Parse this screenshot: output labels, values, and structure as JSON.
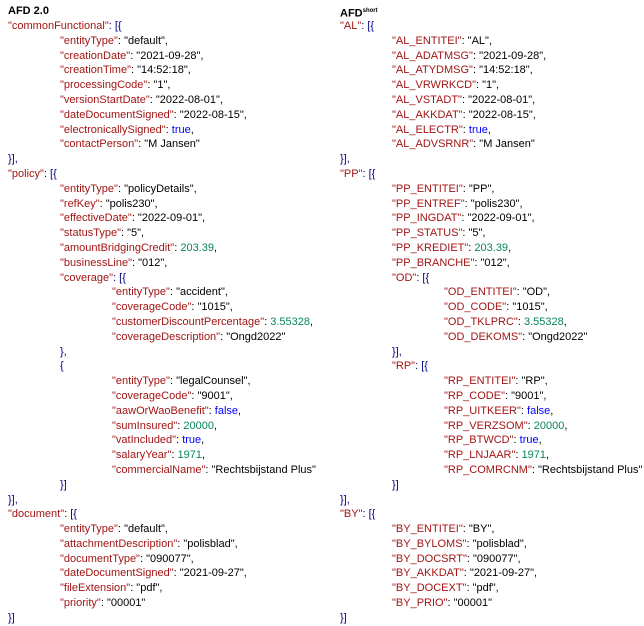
{
  "colors": {
    "key": "#a31515",
    "punct": "#000080",
    "number": "#098658",
    "bool": "#0000ff"
  },
  "left": {
    "title": "AFD 2.0",
    "lines": [
      {
        "indent": 0,
        "parts": [
          {
            "t": "k",
            "v": "\"commonFunctional\""
          },
          {
            "t": "p",
            "v": ": [{"
          }
        ]
      },
      {
        "indent": 1,
        "parts": [
          {
            "t": "k",
            "v": "\"entityType\""
          },
          {
            "t": "s",
            "v": ": \"default\","
          }
        ]
      },
      {
        "indent": 1,
        "parts": [
          {
            "t": "k",
            "v": "\"creationDate\""
          },
          {
            "t": "s",
            "v": ": \"2021-09-28\","
          }
        ]
      },
      {
        "indent": 1,
        "parts": [
          {
            "t": "k",
            "v": "\"creationTime\""
          },
          {
            "t": "s",
            "v": ": \"14:52:18\","
          }
        ]
      },
      {
        "indent": 1,
        "parts": [
          {
            "t": "k",
            "v": "\"processingCode\""
          },
          {
            "t": "s",
            "v": ": \"1\","
          }
        ]
      },
      {
        "indent": 1,
        "parts": [
          {
            "t": "k",
            "v": "\"versionStartDate\""
          },
          {
            "t": "s",
            "v": ": \"2022-08-01\","
          }
        ]
      },
      {
        "indent": 1,
        "parts": [
          {
            "t": "k",
            "v": "\"dateDocumentSigned\""
          },
          {
            "t": "s",
            "v": ": \"2022-08-15\","
          }
        ]
      },
      {
        "indent": 1,
        "parts": [
          {
            "t": "k",
            "v": "\"electronicallySigned\""
          },
          {
            "t": "s",
            "v": ": "
          },
          {
            "t": "b",
            "v": "true"
          },
          {
            "t": "s",
            "v": ","
          }
        ]
      },
      {
        "indent": 1,
        "parts": [
          {
            "t": "k",
            "v": "\"contactPerson\""
          },
          {
            "t": "s",
            "v": ": \"M Jansen\""
          }
        ]
      },
      {
        "indent": 0,
        "parts": [
          {
            "t": "p",
            "v": "}],"
          }
        ]
      },
      {
        "indent": 0,
        "parts": [
          {
            "t": "k",
            "v": "\"policy\""
          },
          {
            "t": "p",
            "v": ": [{"
          }
        ]
      },
      {
        "indent": 1,
        "parts": [
          {
            "t": "k",
            "v": "\"entityType\""
          },
          {
            "t": "s",
            "v": ": \"policyDetails\","
          }
        ]
      },
      {
        "indent": 1,
        "parts": [
          {
            "t": "k",
            "v": "\"refKey\""
          },
          {
            "t": "s",
            "v": ": \"polis230\","
          }
        ]
      },
      {
        "indent": 1,
        "parts": [
          {
            "t": "k",
            "v": "\"effectiveDate\""
          },
          {
            "t": "s",
            "v": ": \"2022-09-01\","
          }
        ]
      },
      {
        "indent": 1,
        "parts": [
          {
            "t": "k",
            "v": "\"statusType\""
          },
          {
            "t": "s",
            "v": ": \"5\","
          }
        ]
      },
      {
        "indent": 1,
        "parts": [
          {
            "t": "k",
            "v": "\"amountBridgingCredit\""
          },
          {
            "t": "s",
            "v": ": "
          },
          {
            "t": "n",
            "v": "203.39"
          },
          {
            "t": "s",
            "v": ","
          }
        ]
      },
      {
        "indent": 1,
        "parts": [
          {
            "t": "k",
            "v": "\"businessLine\""
          },
          {
            "t": "s",
            "v": ": \"012\","
          }
        ]
      },
      {
        "indent": 1,
        "parts": [
          {
            "t": "k",
            "v": "\"coverage\""
          },
          {
            "t": "p",
            "v": ": [{"
          }
        ]
      },
      {
        "indent": 2,
        "parts": [
          {
            "t": "k",
            "v": "\"entityType\""
          },
          {
            "t": "s",
            "v": ": \"accident\","
          }
        ]
      },
      {
        "indent": 2,
        "parts": [
          {
            "t": "k",
            "v": "\"coverageCode\""
          },
          {
            "t": "s",
            "v": ": \"1015\","
          }
        ]
      },
      {
        "indent": 2,
        "parts": [
          {
            "t": "k",
            "v": "\"customerDiscountPercentage\""
          },
          {
            "t": "s",
            "v": ": "
          },
          {
            "t": "n",
            "v": "3.55328"
          },
          {
            "t": "s",
            "v": ","
          }
        ]
      },
      {
        "indent": 2,
        "parts": [
          {
            "t": "k",
            "v": "\"coverageDescription\""
          },
          {
            "t": "s",
            "v": ": \"Ongd2022\""
          }
        ]
      },
      {
        "indent": 1,
        "parts": [
          {
            "t": "p",
            "v": "},"
          }
        ]
      },
      {
        "indent": 1,
        "parts": [
          {
            "t": "p",
            "v": "{"
          }
        ]
      },
      {
        "indent": 2,
        "parts": [
          {
            "t": "k",
            "v": "\"entityType\""
          },
          {
            "t": "s",
            "v": ": \"legalCounsel\","
          }
        ]
      },
      {
        "indent": 2,
        "parts": [
          {
            "t": "k",
            "v": "\"coverageCode\""
          },
          {
            "t": "s",
            "v": ": \"9001\","
          }
        ]
      },
      {
        "indent": 2,
        "parts": [
          {
            "t": "k",
            "v": "\"aawOrWaoBenefit\""
          },
          {
            "t": "s",
            "v": ": "
          },
          {
            "t": "b",
            "v": "false"
          },
          {
            "t": "s",
            "v": ","
          }
        ]
      },
      {
        "indent": 2,
        "parts": [
          {
            "t": "k",
            "v": "\"sumInsured\""
          },
          {
            "t": "s",
            "v": ": "
          },
          {
            "t": "n",
            "v": "20000"
          },
          {
            "t": "s",
            "v": ","
          }
        ]
      },
      {
        "indent": 2,
        "parts": [
          {
            "t": "k",
            "v": "\"vatIncluded\""
          },
          {
            "t": "s",
            "v": ": "
          },
          {
            "t": "b",
            "v": "true"
          },
          {
            "t": "s",
            "v": ","
          }
        ]
      },
      {
        "indent": 2,
        "parts": [
          {
            "t": "k",
            "v": "\"salaryYear\""
          },
          {
            "t": "s",
            "v": ": "
          },
          {
            "t": "n",
            "v": "1971"
          },
          {
            "t": "s",
            "v": ","
          }
        ]
      },
      {
        "indent": 2,
        "parts": [
          {
            "t": "k",
            "v": "\"commercialName\""
          },
          {
            "t": "s",
            "v": ": \"Rechtsbijstand Plus\""
          }
        ]
      },
      {
        "indent": 1,
        "parts": [
          {
            "t": "p",
            "v": "}]"
          }
        ]
      },
      {
        "indent": 0,
        "parts": [
          {
            "t": "p",
            "v": "}],"
          }
        ]
      },
      {
        "indent": 0,
        "parts": [
          {
            "t": "k",
            "v": "\"document\""
          },
          {
            "t": "p",
            "v": ": [{"
          }
        ]
      },
      {
        "indent": 1,
        "parts": [
          {
            "t": "k",
            "v": "\"entityType\""
          },
          {
            "t": "s",
            "v": ": \"default\","
          }
        ]
      },
      {
        "indent": 1,
        "parts": [
          {
            "t": "k",
            "v": "\"attachmentDescription\""
          },
          {
            "t": "s",
            "v": ": \"polisblad\","
          }
        ]
      },
      {
        "indent": 1,
        "parts": [
          {
            "t": "k",
            "v": "\"documentType\""
          },
          {
            "t": "s",
            "v": ": \"090077\","
          }
        ]
      },
      {
        "indent": 1,
        "parts": [
          {
            "t": "k",
            "v": "\"dateDocumentSigned\""
          },
          {
            "t": "s",
            "v": ": \"2021-09-27\","
          }
        ]
      },
      {
        "indent": 1,
        "parts": [
          {
            "t": "k",
            "v": "\"fileExtension\""
          },
          {
            "t": "s",
            "v": ": \"pdf\","
          }
        ]
      },
      {
        "indent": 1,
        "parts": [
          {
            "t": "k",
            "v": "\"priority\""
          },
          {
            "t": "s",
            "v": ": \"00001\""
          }
        ]
      },
      {
        "indent": 0,
        "parts": [
          {
            "t": "p",
            "v": "}]"
          }
        ]
      }
    ]
  },
  "right": {
    "title": "AFD",
    "title_sup": "short",
    "lines": [
      {
        "indent": 0,
        "parts": [
          {
            "t": "k",
            "v": "\"AL\""
          },
          {
            "t": "p",
            "v": ": [{"
          }
        ]
      },
      {
        "indent": 1,
        "parts": [
          {
            "t": "k",
            "v": "\"AL_ENTITEI\""
          },
          {
            "t": "s",
            "v": ": \"AL\","
          }
        ]
      },
      {
        "indent": 1,
        "parts": [
          {
            "t": "k",
            "v": "\"AL_ADATMSG\""
          },
          {
            "t": "s",
            "v": ": \"2021-09-28\","
          }
        ]
      },
      {
        "indent": 1,
        "parts": [
          {
            "t": "k",
            "v": "\"AL_ATYDMSG\""
          },
          {
            "t": "s",
            "v": ": \"14:52:18\","
          }
        ]
      },
      {
        "indent": 1,
        "parts": [
          {
            "t": "k",
            "v": "\"AL_VRWRKCD\""
          },
          {
            "t": "s",
            "v": ": \"1\","
          }
        ]
      },
      {
        "indent": 1,
        "parts": [
          {
            "t": "k",
            "v": "\"AL_VSTADT\""
          },
          {
            "t": "s",
            "v": ": \"2022-08-01\","
          }
        ]
      },
      {
        "indent": 1,
        "parts": [
          {
            "t": "k",
            "v": "\"AL_AKKDAT\""
          },
          {
            "t": "s",
            "v": ": \"2022-08-15\","
          }
        ]
      },
      {
        "indent": 1,
        "parts": [
          {
            "t": "k",
            "v": "\"AL_ELECTR\""
          },
          {
            "t": "s",
            "v": ": "
          },
          {
            "t": "b",
            "v": "true"
          },
          {
            "t": "s",
            "v": ","
          }
        ]
      },
      {
        "indent": 1,
        "parts": [
          {
            "t": "k",
            "v": "\"AL_ADVSRNR\""
          },
          {
            "t": "s",
            "v": ": \"M Jansen\""
          }
        ]
      },
      {
        "indent": 0,
        "parts": [
          {
            "t": "p",
            "v": "}],"
          }
        ]
      },
      {
        "indent": 0,
        "parts": [
          {
            "t": "k",
            "v": "\"PP\""
          },
          {
            "t": "p",
            "v": ": [{"
          }
        ]
      },
      {
        "indent": 1,
        "parts": [
          {
            "t": "k",
            "v": "\"PP_ENTITEI\""
          },
          {
            "t": "s",
            "v": ": \"PP\","
          }
        ]
      },
      {
        "indent": 1,
        "parts": [
          {
            "t": "k",
            "v": "\"PP_ENTREF\""
          },
          {
            "t": "s",
            "v": ": \"polis230\","
          }
        ]
      },
      {
        "indent": 1,
        "parts": [
          {
            "t": "k",
            "v": "\"PP_INGDAT\""
          },
          {
            "t": "s",
            "v": ": \"2022-09-01\","
          }
        ]
      },
      {
        "indent": 1,
        "parts": [
          {
            "t": "k",
            "v": "\"PP_STATUS\""
          },
          {
            "t": "s",
            "v": ": \"5\","
          }
        ]
      },
      {
        "indent": 1,
        "parts": [
          {
            "t": "k",
            "v": "\"PP_KREDIET\""
          },
          {
            "t": "s",
            "v": ": "
          },
          {
            "t": "n",
            "v": "203.39"
          },
          {
            "t": "s",
            "v": ","
          }
        ]
      },
      {
        "indent": 1,
        "parts": [
          {
            "t": "k",
            "v": "\"PP_BRANCHE\""
          },
          {
            "t": "s",
            "v": ": \"012\","
          }
        ]
      },
      {
        "indent": 1,
        "parts": [
          {
            "t": "k",
            "v": "\"OD\""
          },
          {
            "t": "p",
            "v": ": [{"
          }
        ]
      },
      {
        "indent": 2,
        "parts": [
          {
            "t": "k",
            "v": "\"OD_ENTITEI\""
          },
          {
            "t": "s",
            "v": ": \"OD\","
          }
        ]
      },
      {
        "indent": 2,
        "parts": [
          {
            "t": "k",
            "v": "\"OD_CODE\""
          },
          {
            "t": "s",
            "v": ": \"1015\","
          }
        ]
      },
      {
        "indent": 2,
        "parts": [
          {
            "t": "k",
            "v": "\"OD_TKLPRC\""
          },
          {
            "t": "s",
            "v": ": "
          },
          {
            "t": "n",
            "v": "3.55328"
          },
          {
            "t": "s",
            "v": ","
          }
        ]
      },
      {
        "indent": 2,
        "parts": [
          {
            "t": "k",
            "v": "\"OD_DEKOMS\""
          },
          {
            "t": "s",
            "v": ": \"Ongd2022\""
          }
        ]
      },
      {
        "indent": 1,
        "parts": [
          {
            "t": "p",
            "v": "}],"
          }
        ]
      },
      {
        "indent": 1,
        "parts": [
          {
            "t": "k",
            "v": "\"RP\""
          },
          {
            "t": "p",
            "v": ": [{"
          }
        ]
      },
      {
        "indent": 2,
        "parts": [
          {
            "t": "k",
            "v": "\"RP_ENTITEI\""
          },
          {
            "t": "s",
            "v": ": \"RP\","
          }
        ]
      },
      {
        "indent": 2,
        "parts": [
          {
            "t": "k",
            "v": "\"RP_CODE\""
          },
          {
            "t": "s",
            "v": ": \"9001\","
          }
        ]
      },
      {
        "indent": 2,
        "parts": [
          {
            "t": "k",
            "v": "\"RP_UITKEER\""
          },
          {
            "t": "s",
            "v": ": "
          },
          {
            "t": "b",
            "v": "false"
          },
          {
            "t": "s",
            "v": ","
          }
        ]
      },
      {
        "indent": 2,
        "parts": [
          {
            "t": "k",
            "v": "\"RP_VERZSOM\""
          },
          {
            "t": "s",
            "v": ": "
          },
          {
            "t": "n",
            "v": "20000"
          },
          {
            "t": "s",
            "v": ","
          }
        ]
      },
      {
        "indent": 2,
        "parts": [
          {
            "t": "k",
            "v": "\"RP_BTWCD\""
          },
          {
            "t": "s",
            "v": ": "
          },
          {
            "t": "b",
            "v": "true"
          },
          {
            "t": "s",
            "v": ","
          }
        ]
      },
      {
        "indent": 2,
        "parts": [
          {
            "t": "k",
            "v": "\"RP_LNJAAR\""
          },
          {
            "t": "s",
            "v": ": "
          },
          {
            "t": "n",
            "v": "1971"
          },
          {
            "t": "s",
            "v": ","
          }
        ]
      },
      {
        "indent": 2,
        "parts": [
          {
            "t": "k",
            "v": "\"RP_COMRCNM\""
          },
          {
            "t": "s",
            "v": ": \"Rechtsbijstand Plus\""
          }
        ]
      },
      {
        "indent": 1,
        "parts": [
          {
            "t": "p",
            "v": "}]"
          }
        ]
      },
      {
        "indent": 0,
        "parts": [
          {
            "t": "p",
            "v": "}],"
          }
        ]
      },
      {
        "indent": 0,
        "parts": [
          {
            "t": "k",
            "v": "\"BY\""
          },
          {
            "t": "p",
            "v": ": [{"
          }
        ]
      },
      {
        "indent": 1,
        "parts": [
          {
            "t": "k",
            "v": "\"BY_ENTITEI\""
          },
          {
            "t": "s",
            "v": ": \"BY\","
          }
        ]
      },
      {
        "indent": 1,
        "parts": [
          {
            "t": "k",
            "v": "\"BY_BYLOMS\""
          },
          {
            "t": "s",
            "v": ": \"polisblad\","
          }
        ]
      },
      {
        "indent": 1,
        "parts": [
          {
            "t": "k",
            "v": "\"BY_DOCSRT\""
          },
          {
            "t": "s",
            "v": ": \"090077\","
          }
        ]
      },
      {
        "indent": 1,
        "parts": [
          {
            "t": "k",
            "v": "\"BY_AKKDAT\""
          },
          {
            "t": "s",
            "v": ": \"2021-09-27\","
          }
        ]
      },
      {
        "indent": 1,
        "parts": [
          {
            "t": "k",
            "v": "\"BY_DOCEXT\""
          },
          {
            "t": "s",
            "v": ": \"pdf\","
          }
        ]
      },
      {
        "indent": 1,
        "parts": [
          {
            "t": "k",
            "v": "\"BY_PRIO\""
          },
          {
            "t": "s",
            "v": ": \"00001\""
          }
        ]
      },
      {
        "indent": 0,
        "parts": [
          {
            "t": "p",
            "v": "}]"
          }
        ]
      }
    ]
  }
}
